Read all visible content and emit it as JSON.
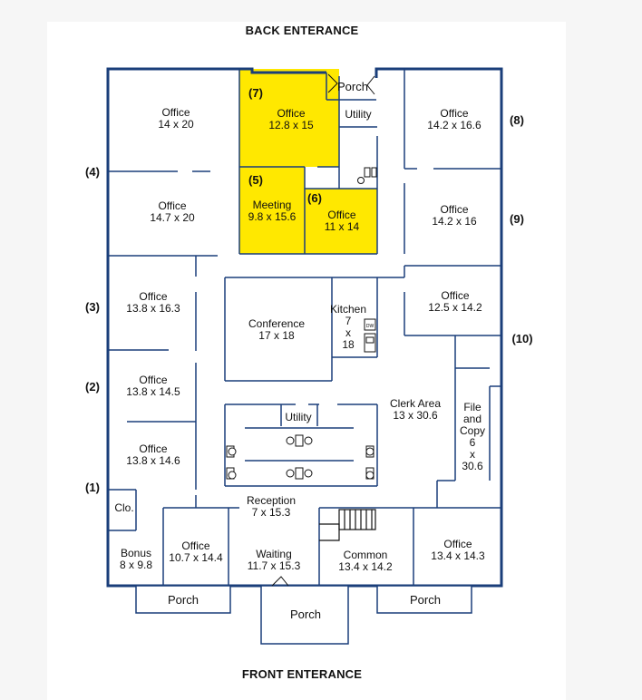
{
  "headings": {
    "back": "BACK ENTERANCE",
    "front": "FRONT ENTERANCE"
  },
  "colors": {
    "wall": "#1a3e7a",
    "highlight": "#ffe800",
    "paper": "#ffffff"
  },
  "rooms": {
    "office_nw": {
      "name": "Office",
      "size": "14 x 20"
    },
    "office_7": {
      "name": "Office",
      "size": "12.8 x 15"
    },
    "porch_back": {
      "name": "Porch"
    },
    "utility_back": {
      "name": "Utility"
    },
    "office_ne1": {
      "name": "Office",
      "size": "14.2 x 16.6"
    },
    "office_w2": {
      "name": "Office",
      "size": "14.7 x 20"
    },
    "meeting_5": {
      "name": "Meeting",
      "size": "9.8 x 15.6"
    },
    "office_6": {
      "name": "Office",
      "size": "11 x 14"
    },
    "office_ne2": {
      "name": "Office",
      "size": "14.2 x 16"
    },
    "office_w3": {
      "name": "Office",
      "size": "13.8 x 16.3"
    },
    "conference": {
      "name": "Conference",
      "size": "17 x 18"
    },
    "kitchen": {
      "name": "Kitchen",
      "lines": [
        "7",
        "x",
        "18"
      ]
    },
    "office_e3": {
      "name": "Office",
      "size": "12.5 x 14.2"
    },
    "office_w4": {
      "name": "Office",
      "size": "13.8 x 14.5"
    },
    "clerk_area": {
      "name": "Clerk Area",
      "size": "13 x 30.6"
    },
    "utility_mid": {
      "name": "Utility"
    },
    "file_copy": {
      "lines": [
        "File",
        "and",
        "Copy",
        "6",
        "x",
        "30.6"
      ]
    },
    "office_w5": {
      "name": "Office",
      "size": "13.8 x 14.6"
    },
    "closet": {
      "name": "Clo."
    },
    "reception": {
      "name": "Reception",
      "size": "7 x 15.3"
    },
    "bonus": {
      "name": "Bonus",
      "size": "8 x 9.8"
    },
    "office_sw": {
      "name": "Office",
      "size": "10.7 x 14.4"
    },
    "waiting": {
      "name": "Waiting",
      "size": "11.7 x 15.3"
    },
    "common": {
      "name": "Common",
      "size": "13.4 x 14.2"
    },
    "office_se": {
      "name": "Office",
      "size": "13.4 x 14.3"
    },
    "porch_left": {
      "name": "Porch"
    },
    "porch_center": {
      "name": "Porch"
    },
    "porch_right": {
      "name": "Porch"
    }
  },
  "tags": {
    "t1": "(1)",
    "t2": "(2)",
    "t3": "(3)",
    "t4": "(4)",
    "t5": "(5)",
    "t6": "(6)",
    "t7": "(7)",
    "t8": "(8)",
    "t9": "(9)",
    "t10": "(10)"
  },
  "appliances": {
    "dishwasher": "DW"
  }
}
